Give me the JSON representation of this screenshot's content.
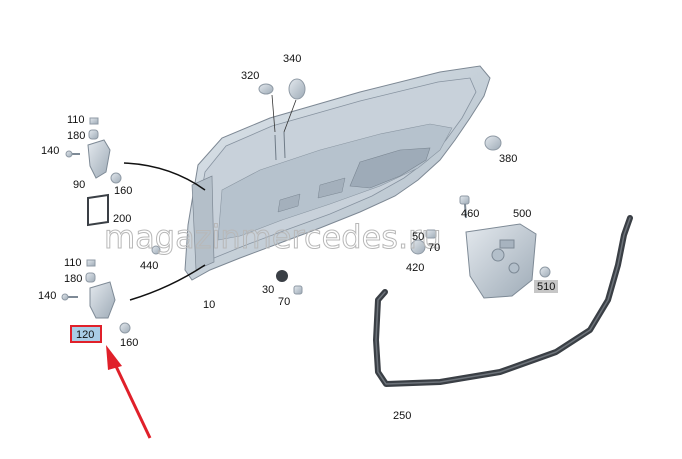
{
  "watermark": "magazinmercedes.ru",
  "callouts": [
    {
      "id": "c110a",
      "text": "110"
    },
    {
      "id": "c180a",
      "text": "180"
    },
    {
      "id": "c140a",
      "text": "140"
    },
    {
      "id": "c90",
      "text": "90"
    },
    {
      "id": "c160a",
      "text": "160"
    },
    {
      "id": "c200",
      "text": "200"
    },
    {
      "id": "c440",
      "text": "440"
    },
    {
      "id": "c110b",
      "text": "110"
    },
    {
      "id": "c180b",
      "text": "180"
    },
    {
      "id": "c140b",
      "text": "140"
    },
    {
      "id": "c120",
      "text": "120",
      "highlighted": true
    },
    {
      "id": "c160b",
      "text": "160"
    },
    {
      "id": "c10",
      "text": "10"
    },
    {
      "id": "c320",
      "text": "320"
    },
    {
      "id": "c340",
      "text": "340"
    },
    {
      "id": "c380",
      "text": "380"
    },
    {
      "id": "c460",
      "text": "460"
    },
    {
      "id": "c500",
      "text": "500"
    },
    {
      "id": "c50",
      "text": "50"
    },
    {
      "id": "c70a",
      "text": "70"
    },
    {
      "id": "c420",
      "text": "420"
    },
    {
      "id": "c30",
      "text": "30"
    },
    {
      "id": "c70b",
      "text": "70"
    },
    {
      "id": "c510",
      "text": "510",
      "boxed": true
    },
    {
      "id": "c250",
      "text": "250"
    }
  ],
  "colors": {
    "highlight_box": "#e0202a",
    "highlight_fill": "#a9cde6",
    "arrow": "#e0202a",
    "gray_box": "#c6c6c6",
    "part_fill": "#c9d3dc",
    "part_stroke": "#7e8a96",
    "seal": "#3a3f45"
  },
  "icons": {
    "pointer": "red-arrow-icon"
  }
}
